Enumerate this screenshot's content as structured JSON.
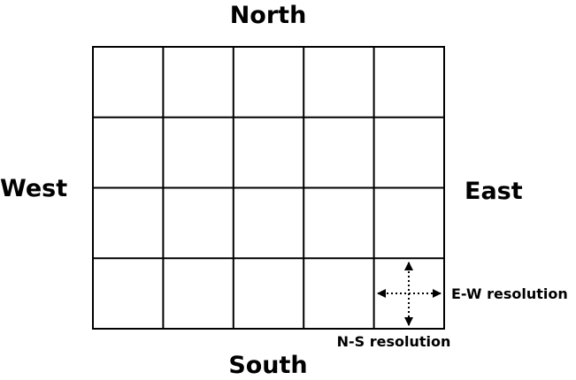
{
  "directions": {
    "north": "North",
    "south": "South",
    "west": "West",
    "east": "East"
  },
  "resolution": {
    "ew_label": "E-W resolution",
    "ns_label": "N-S resolution"
  },
  "grid": {
    "rows": 4,
    "columns": 5
  },
  "colors": {
    "stroke": "#000000",
    "background": "#ffffff"
  }
}
